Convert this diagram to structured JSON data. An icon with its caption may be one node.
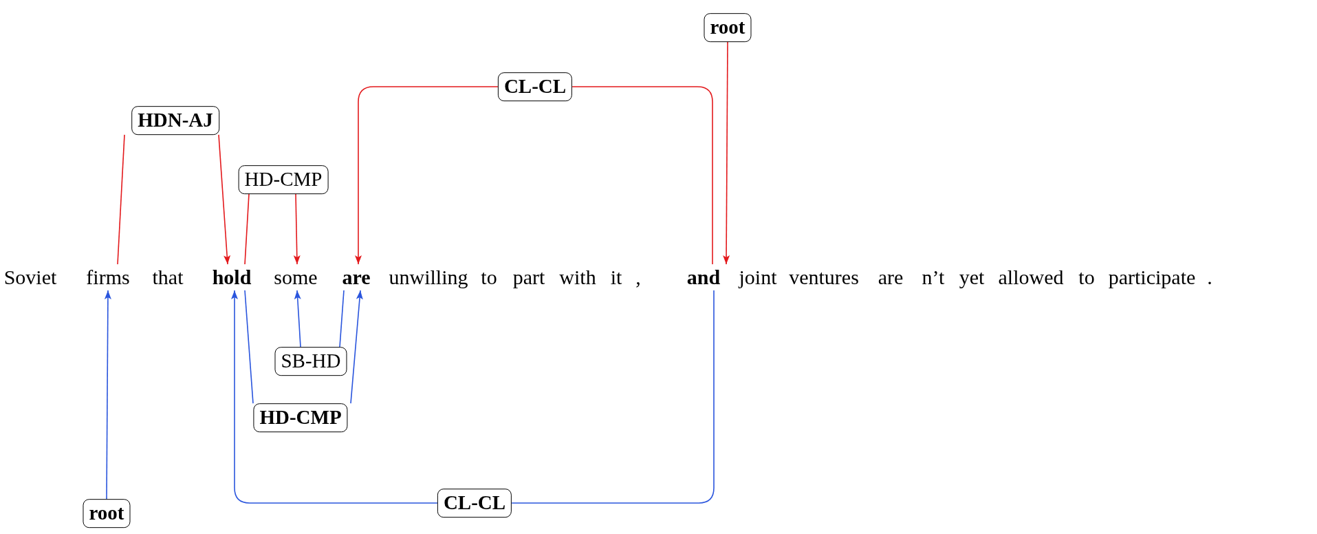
{
  "diagram": {
    "nodes": [
      {
        "text": [
          "root"
        ]
      },
      {
        "text": [
          "CL-CL"
        ]
      },
      {
        "text": [
          "HDN-AJ"
        ]
      },
      {
        "text": [
          "HD-CMP"
        ]
      },
      {
        "text": [
          "Soviet"
        ]
      },
      {
        "text": [
          "firms"
        ]
      },
      {
        "text": [
          "that"
        ]
      },
      {
        "text": [
          "hold"
        ]
      },
      {
        "text": [
          "some"
        ]
      },
      {
        "text": [
          "are"
        ]
      },
      {
        "text": [
          "unwilling"
        ]
      },
      {
        "text": [
          "to"
        ]
      },
      {
        "text": [
          "part"
        ]
      },
      {
        "text": [
          "with"
        ]
      },
      {
        "text": [
          "it"
        ]
      },
      {
        "text": [
          ","
        ]
      },
      {
        "text": [
          "and"
        ]
      },
      {
        "text": [
          "joint"
        ]
      },
      {
        "text": [
          "ventures"
        ]
      },
      {
        "text": [
          "are"
        ]
      },
      {
        "text": [
          "n’t"
        ]
      },
      {
        "text": [
          "yet"
        ]
      },
      {
        "text": [
          "allowed"
        ]
      },
      {
        "text": [
          "to"
        ]
      },
      {
        "text": [
          "participate"
        ]
      },
      {
        "text": [
          "."
        ]
      },
      {
        "text": [
          "SB-HD"
        ]
      },
      {
        "text": [
          "HD-CMP"
        ]
      },
      {
        "text": [
          "CL-CL"
        ]
      },
      {
        "text": [
          "root"
        ]
      }
    ],
    "edges": [
      {
        "from": 0,
        "to": 16,
        "arrow": "to",
        "color": "#e3191c"
      },
      {
        "from": 16,
        "to": 1,
        "arrow": "none",
        "color": "#e3191c"
      },
      {
        "from": 1,
        "to": 9,
        "arrow": "to",
        "color": "#e3191c"
      },
      {
        "from": 5,
        "to": 2,
        "arrow": "none",
        "color": "#e3191c"
      },
      {
        "from": 2,
        "to": 7,
        "arrow": "to",
        "color": "#e3191c"
      },
      {
        "from": 7,
        "to": 3,
        "arrow": "none",
        "color": "#e3191c"
      },
      {
        "from": 3,
        "to": 8,
        "arrow": "to",
        "color": "#e3191c"
      },
      {
        "from": 29,
        "to": 5,
        "arrow": "to",
        "color": "#2a55dd"
      },
      {
        "from": 9,
        "to": 26,
        "arrow": "none",
        "color": "#2a55dd"
      },
      {
        "from": 26,
        "to": 8,
        "arrow": "to",
        "color": "#2a55dd"
      },
      {
        "from": 7,
        "to": 27,
        "arrow": "none",
        "color": "#2a55dd"
      },
      {
        "from": 27,
        "to": 9,
        "arrow": "to",
        "color": "#2a55dd"
      },
      {
        "from": 16,
        "to": 28,
        "arrow": "none",
        "color": "#2a55dd"
      },
      {
        "from": 28,
        "to": 7,
        "arrow": "to",
        "color": "#2a55dd"
      }
    ]
  }
}
